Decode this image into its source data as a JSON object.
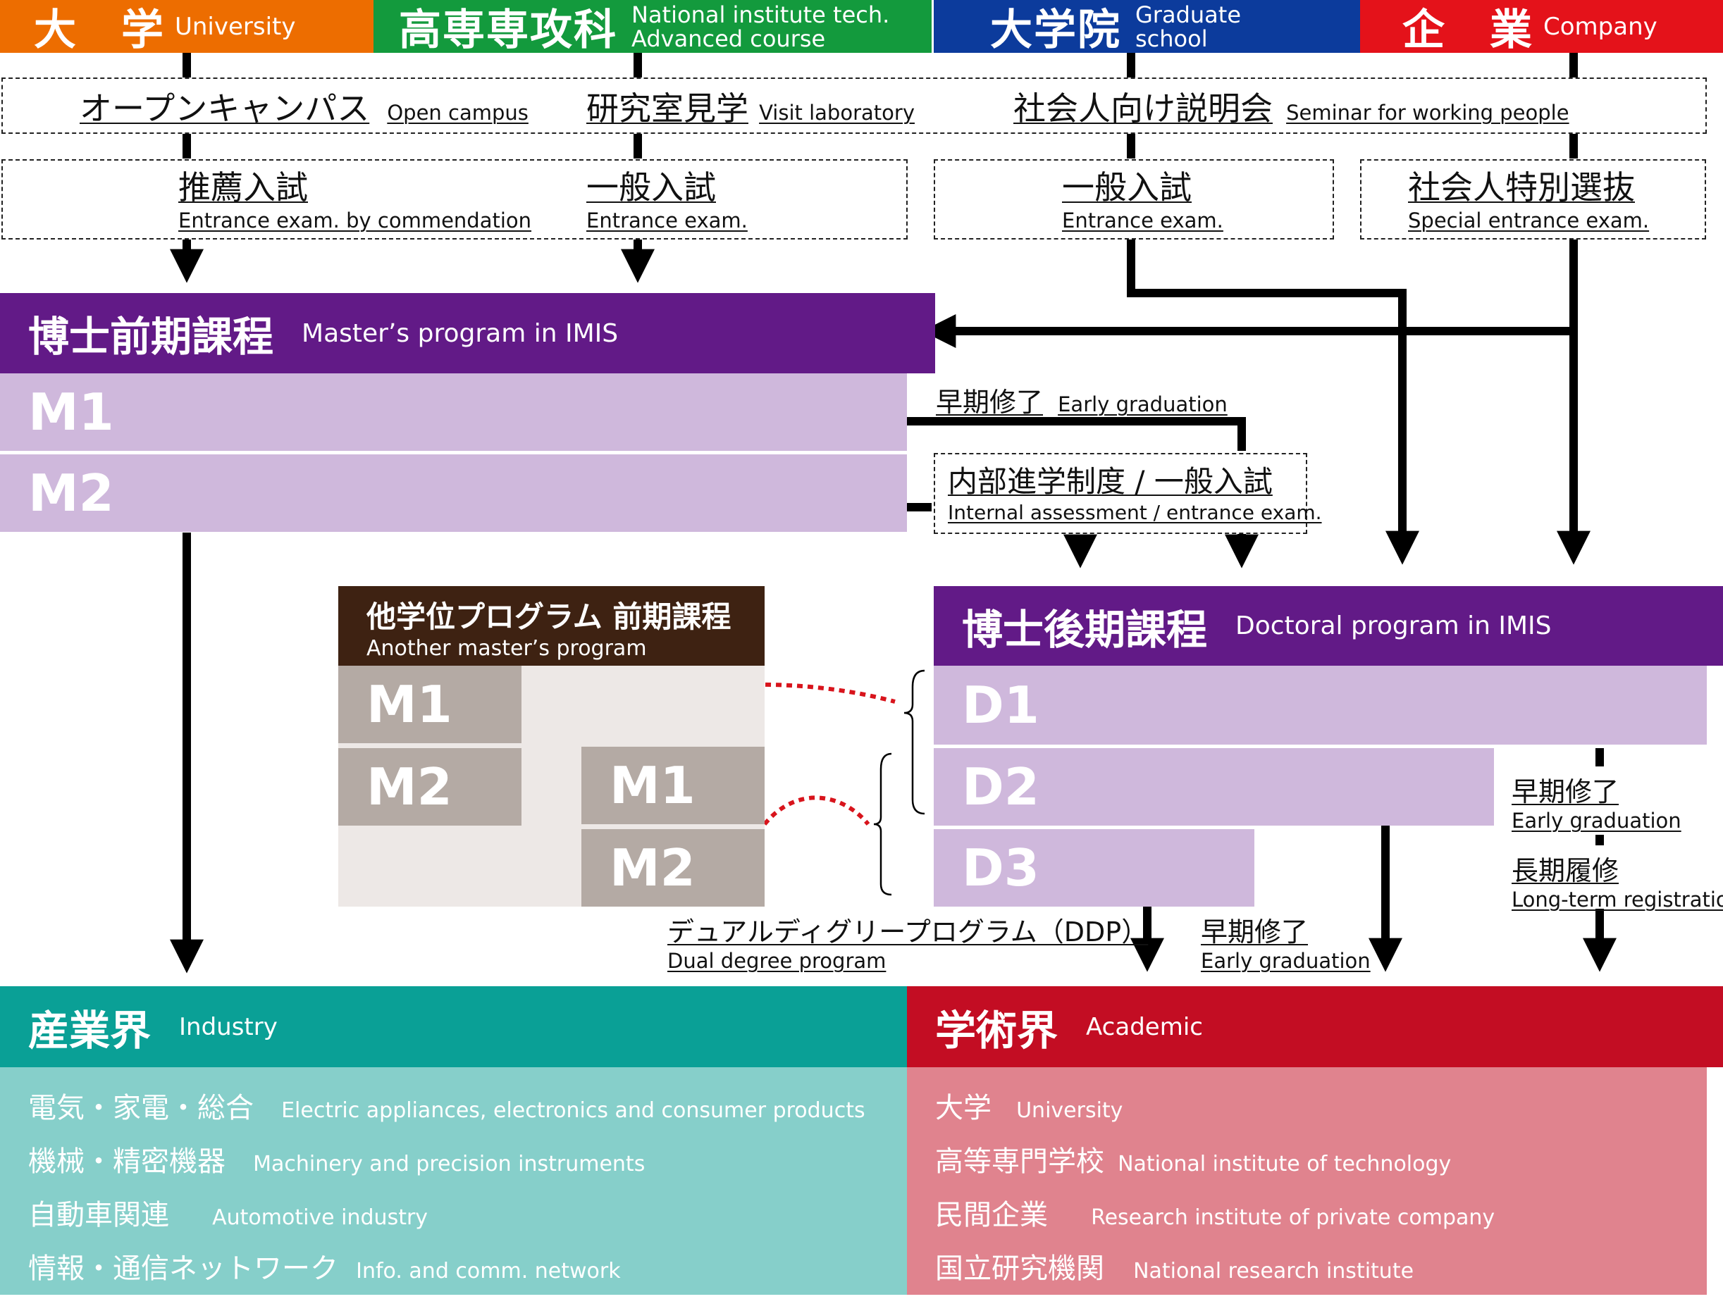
{
  "headers": {
    "university": {
      "jp": "大　学",
      "en": "University",
      "color": "#ed6d00"
    },
    "nit": {
      "jp": "高専専攻科",
      "en1": "National institute tech.",
      "en2": "Advanced course",
      "color": "#139a3d"
    },
    "graduate": {
      "jp": "大学院",
      "en1": "Graduate",
      "en2": "school",
      "color": "#0c3b9c"
    },
    "company": {
      "jp": "企　業",
      "en": "Company",
      "color": "#e4121a"
    }
  },
  "info_row": {
    "open_campus": {
      "jp": "オープンキャンパス",
      "en": "Open campus"
    },
    "visit_lab": {
      "jp": "研究室見学",
      "en": "Visit laboratory"
    },
    "seminar": {
      "jp": "社会人向け説明会",
      "en": "Seminar for working people"
    }
  },
  "exams": {
    "commendation": {
      "jp": "推薦入試",
      "en": "Entrance exam. by commendation"
    },
    "general1": {
      "jp": "一般入試",
      "en": "Entrance exam."
    },
    "general2": {
      "jp": "一般入試",
      "en": "Entrance exam."
    },
    "special": {
      "jp": "社会人特別選抜",
      "en": "Special entrance exam."
    }
  },
  "masters": {
    "jp": "博士前期課程",
    "en": "Master’s program in IMIS",
    "m1": "M1",
    "m2": "M2",
    "header_color": "#621a87",
    "row_color": "#cfb8dc"
  },
  "early_grad_top": {
    "jp": "早期修了",
    "en": "Early graduation"
  },
  "internal": {
    "jp": "内部進学制度 / 一般入試",
    "en": "Internal assessment / entrance exam."
  },
  "another": {
    "jp": "他学位プログラム 前期課程",
    "en": "Another master’s program",
    "m1a": "M1",
    "m2a": "M2",
    "m1b": "M1",
    "m2b": "M2",
    "header_color": "#3e2212",
    "cell_color": "#b4aaa4",
    "bg_color": "#ede8e6"
  },
  "doctoral": {
    "jp": "博士後期課程",
    "en": "Doctoral program in IMIS",
    "d1": "D1",
    "d2": "D2",
    "d3": "D3",
    "header_color": "#621a87",
    "row_color": "#cfb8dc"
  },
  "early_grad_right": {
    "jp": "早期修了",
    "en": "Early graduation"
  },
  "long_term": {
    "jp": "長期履修",
    "en": "Long-term registration"
  },
  "ddp": {
    "jp": "デュアルディグリープログラム（DDP）",
    "en": "Dual degree program"
  },
  "early_grad_bottom": {
    "jp": "早期修了",
    "en": "Early graduation"
  },
  "industry": {
    "jp": "産業界",
    "en": "Industry",
    "header_color": "#0aa096",
    "body_color": "#86cfca",
    "items": [
      {
        "jp": "電気・家電・総合",
        "en": "Electric appliances, electronics and consumer products"
      },
      {
        "jp": "機械・精密機器",
        "en": "Machinery and precision instruments"
      },
      {
        "jp": "自動車関連",
        "en": "Automotive industry"
      },
      {
        "jp": "情報・通信ネットワーク",
        "en": "Info. and comm. network"
      }
    ]
  },
  "academic": {
    "jp": "学術界",
    "en": "Academic",
    "header_color": "#c30d23",
    "body_color": "#e0838e",
    "items": [
      {
        "jp": "大学",
        "en": "University"
      },
      {
        "jp": "高等専門学校",
        "en": "National institute of technology"
      },
      {
        "jp": "民間企業",
        "en": "Research institute of private company"
      },
      {
        "jp": "国立研究機関",
        "en": "National research institute"
      }
    ]
  }
}
